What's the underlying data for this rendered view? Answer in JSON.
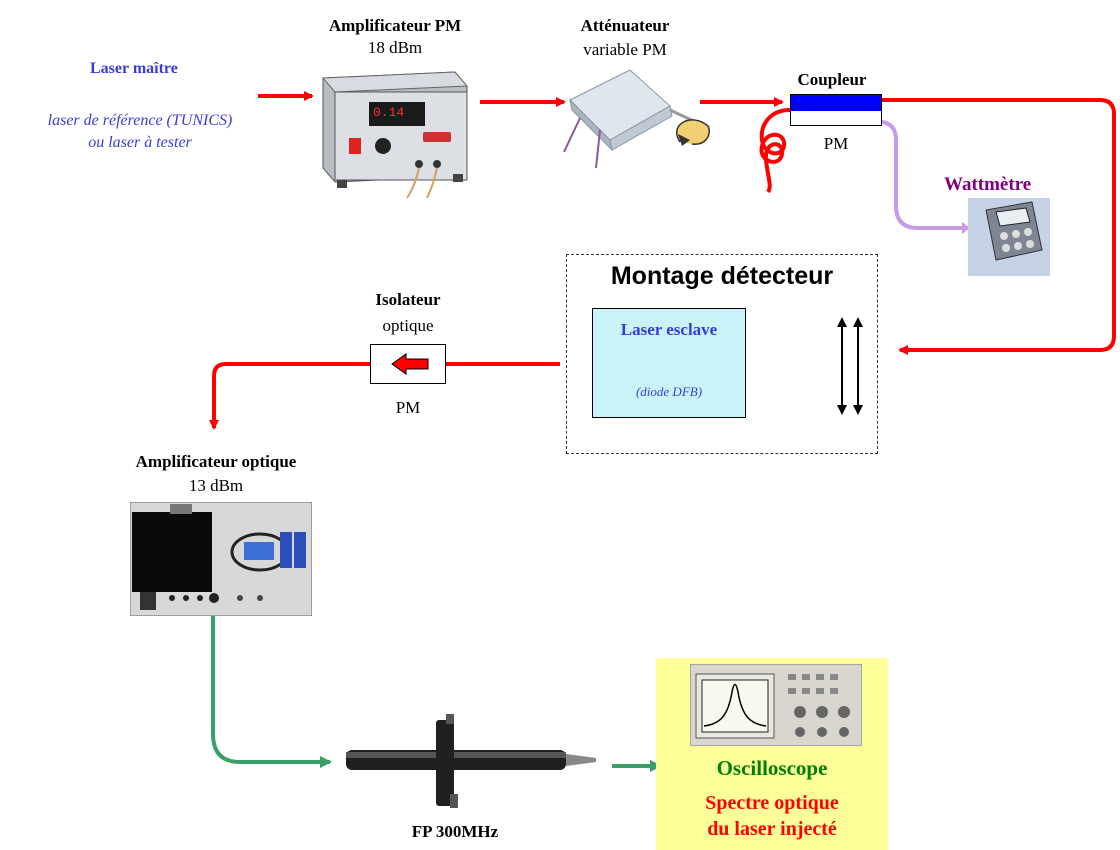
{
  "colors": {
    "laser_master_blue": "#3a3adc",
    "laser_esclave_text": "#3a3adc",
    "wattmetre_purple": "#800080",
    "oscilloscope_green": "#008000",
    "spectre_red": "#ff0000",
    "fiber_red": "#ff0000",
    "fiber_green": "#3aa06a",
    "fiber_lilac": "#c89be8",
    "coupler_blue": "#0000ff",
    "laser_esclave_fill": "#c8f4f8",
    "osc_panel_fill": "#ffff99"
  },
  "laser_master": {
    "title": "Laser maître",
    "line1": "laser de référence (TUNICS)",
    "line2": "ou laser à tester"
  },
  "ampli_pm": {
    "title": "Amplificateur PM",
    "power": "18 dBm",
    "display": "0.14"
  },
  "attenuateur": {
    "title": "Atténuateur",
    "subtitle": "variable PM"
  },
  "coupleur": {
    "title": "Coupleur",
    "subtitle": "PM"
  },
  "wattmetre": {
    "title": "Wattmètre"
  },
  "montage": {
    "title": "Montage détecteur",
    "laser_esclave": "Laser esclave",
    "diode": "(diode  DFB)"
  },
  "isolateur": {
    "title": "Isolateur",
    "subtitle": "optique",
    "pm": "PM"
  },
  "ampli_optique": {
    "title": "Amplificateur optique",
    "power": "13 dBm"
  },
  "fp": {
    "label": "FP 300MHz"
  },
  "oscilloscope": {
    "title": "Oscilloscope",
    "line1": "Spectre optique",
    "line2": "du laser injecté"
  },
  "icons": [
    "amplifier-pm-device-icon",
    "attenuator-device-icon",
    "coupler-icon",
    "wattmeter-device-icon",
    "isolator-arrow-icon",
    "optical-amplifier-device-icon",
    "fabry-perot-icon",
    "oscilloscope-device-icon"
  ]
}
